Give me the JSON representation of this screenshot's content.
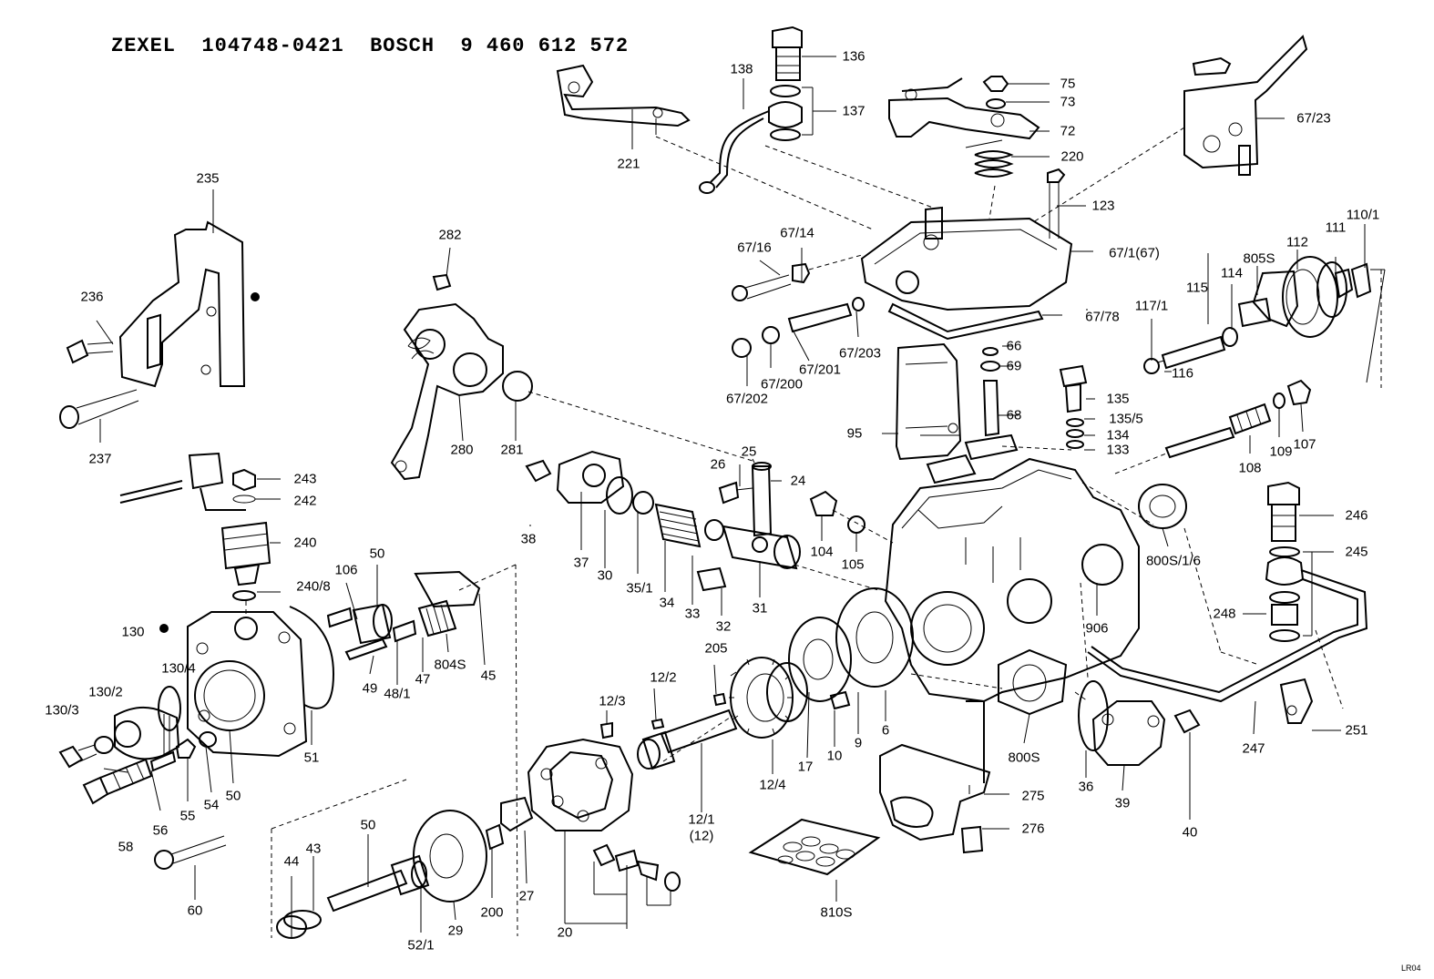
{
  "header": {
    "zexel_label": "ZEXEL",
    "zexel_number": "104748-0421",
    "bosch_label": "BOSCH",
    "bosch_number": "9 460 612 572"
  },
  "corner_mark": "LR04",
  "labels": {
    "l136": "136",
    "l138": "138",
    "l137": "137",
    "l221": "221",
    "l75": "75",
    "l73": "73",
    "l72": "72",
    "l220": "220",
    "l67_23": "67/23",
    "l235": "235",
    "l236": "236",
    "l237": "237",
    "l282": "282",
    "l280": "280",
    "l281": "281",
    "l67_14": "67/14",
    "l67_16": "67/16",
    "l123": "123",
    "l67_1": "67/1(67)",
    "l67_78": "67/78",
    "l67_202": "67/202",
    "l67_200": "67/200",
    "l67_201": "67/201",
    "l67_203": "67/203",
    "l66": "66",
    "l69": "69",
    "l95": "95",
    "l68": "68",
    "l135": "135",
    "l135_5": "135/5",
    "l134": "134",
    "l133": "133",
    "l110_1": "110/1",
    "l111": "111",
    "l112": "112",
    "l805S": "805S",
    "l115": "115",
    "l114": "114",
    "l117_1": "117/1",
    "l116": "116",
    "l107": "107",
    "l109": "109",
    "l108": "108",
    "l243": "243",
    "l242": "242",
    "l240": "240",
    "l240_8": "240/8",
    "l26": "26",
    "l25": "25",
    "l24": "24",
    "l38": "38",
    "l37": "37",
    "l30": "30",
    "l35_1": "35/1",
    "l34": "34",
    "l33": "33",
    "l32": "32",
    "l31": "31",
    "l104": "104",
    "l105": "105",
    "l800S_1_6": "800S/1/6",
    "l906": "906",
    "l246": "246",
    "l245": "245",
    "l248": "248",
    "l106": "106",
    "l50a": "50",
    "l45": "45",
    "l804S": "804S",
    "l130": "130",
    "l130_4": "130/4",
    "l130_2": "130/2",
    "l130_3": "130/3",
    "l49": "49",
    "l48_1": "48/1",
    "l47": "47",
    "l51": "51",
    "l58": "58",
    "l56": "56",
    "l55": "55",
    "l54": "54",
    "l50b": "50",
    "l60": "60",
    "l205": "205",
    "l12_2": "12/2",
    "l12_3": "12/3",
    "l12_1": "12/1",
    "l12": "(12)",
    "l12_4": "12/4",
    "l17": "17",
    "l10": "10",
    "l9": "9",
    "l6": "6",
    "l800S": "800S",
    "l36": "36",
    "l39": "39",
    "l40": "40",
    "l247": "247",
    "l251": "251",
    "l275": "275",
    "l276": "276",
    "l810S": "810S",
    "l44": "44",
    "l43": "43",
    "l50c": "50",
    "l52_1": "52/1",
    "l29": "29",
    "l200": "200",
    "l27": "27",
    "l20": "20"
  }
}
